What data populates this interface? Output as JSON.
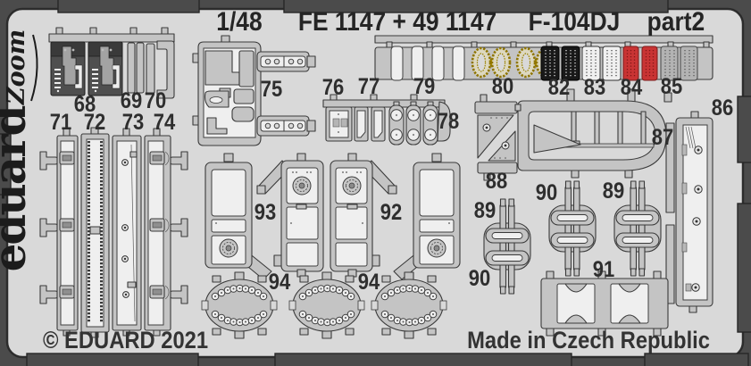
{
  "header": {
    "scale": "1/48",
    "code": "FE 1147 + 49 1147",
    "aircraft": "F-104DJ",
    "part": "part2"
  },
  "branding": {
    "eduard": "eduard",
    "zoom": "Zoom"
  },
  "footer": {
    "copyright": "© EDUARD 2021",
    "made_in": "Made in Czech Republic"
  },
  "labels": {
    "n68": "68",
    "n69": "69",
    "n70": "70",
    "n71": "71",
    "n72": "72",
    "n73": "73",
    "n74": "74",
    "n75": "75",
    "n76": "76",
    "n77": "77",
    "n78": "78",
    "n79": "79",
    "n80": "80",
    "n82": "82",
    "n83": "83",
    "n84": "84",
    "n85": "85",
    "n86": "86",
    "n87": "87",
    "n88": "88",
    "n89": "89",
    "n90": "90",
    "n91": "91",
    "n92": "92",
    "n93": "93",
    "n94": "94"
  },
  "colors": {
    "background": "#4b4b4b",
    "sheet": "#d9d9d9",
    "metal": "#c4c4c4",
    "outline": "#3a3a3a",
    "label_text": "#2e2e2e",
    "gold_part": "#8f7500",
    "red_part": "#c93434",
    "black_part": "#191919",
    "white_part": "#efefef",
    "dark_painted_part": "#4f4f4f"
  }
}
